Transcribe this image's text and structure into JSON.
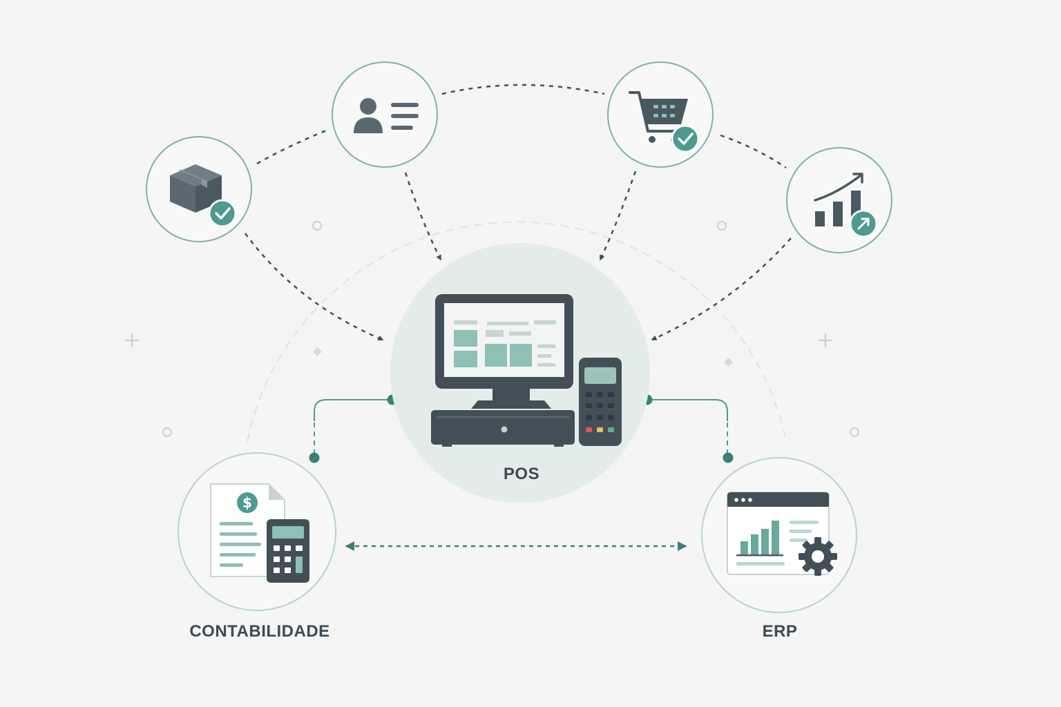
{
  "nodes": {
    "pos": {
      "label": "POS"
    },
    "accounting": {
      "label": "CONTABILIDADE"
    },
    "erp": {
      "label": "ERP"
    },
    "inventory": {
      "icon": "box-check-icon"
    },
    "customers": {
      "icon": "customer-profile-icon"
    },
    "ecommerce": {
      "icon": "shopping-cart-check-icon"
    },
    "analytics": {
      "icon": "growth-chart-icon"
    }
  },
  "colors": {
    "background": "#f4f5f4",
    "accent": "#4e9a90",
    "accent_light": "#8fc4bb",
    "dark": "#4a5860",
    "ring": "#7fb1a9",
    "halo": "#e3ece9"
  }
}
